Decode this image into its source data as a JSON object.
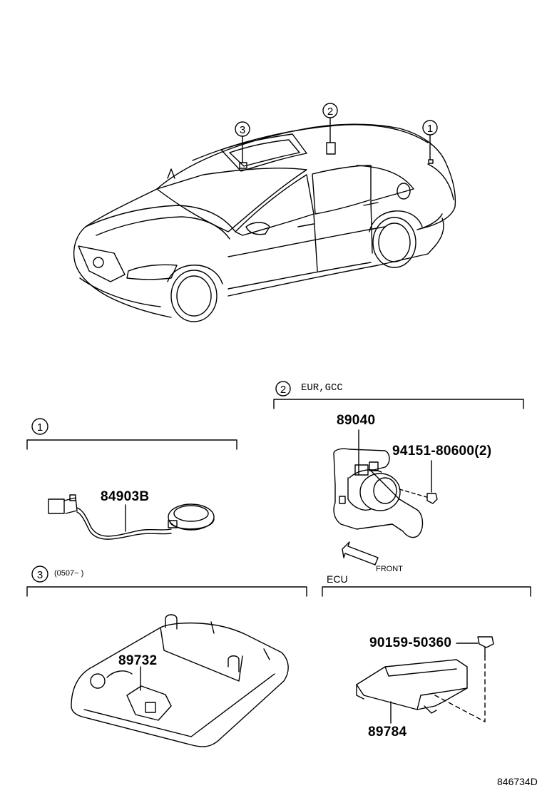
{
  "callouts": {
    "c1": "1",
    "c2": "2",
    "c3": "3"
  },
  "section1": {
    "number": "1",
    "part": "84903B"
  },
  "section2": {
    "number": "2",
    "label": "EUR,GCC",
    "part_main": "89040",
    "part_bolt": "94151-80600(2)",
    "front_label": "FRONT"
  },
  "section3": {
    "number": "3",
    "label": "(0507−    )",
    "part": "89732"
  },
  "section_ecu": {
    "label": "ECU",
    "part_bolt": "90159-50360",
    "part_main": "89784"
  },
  "diagram_code": "846734D"
}
